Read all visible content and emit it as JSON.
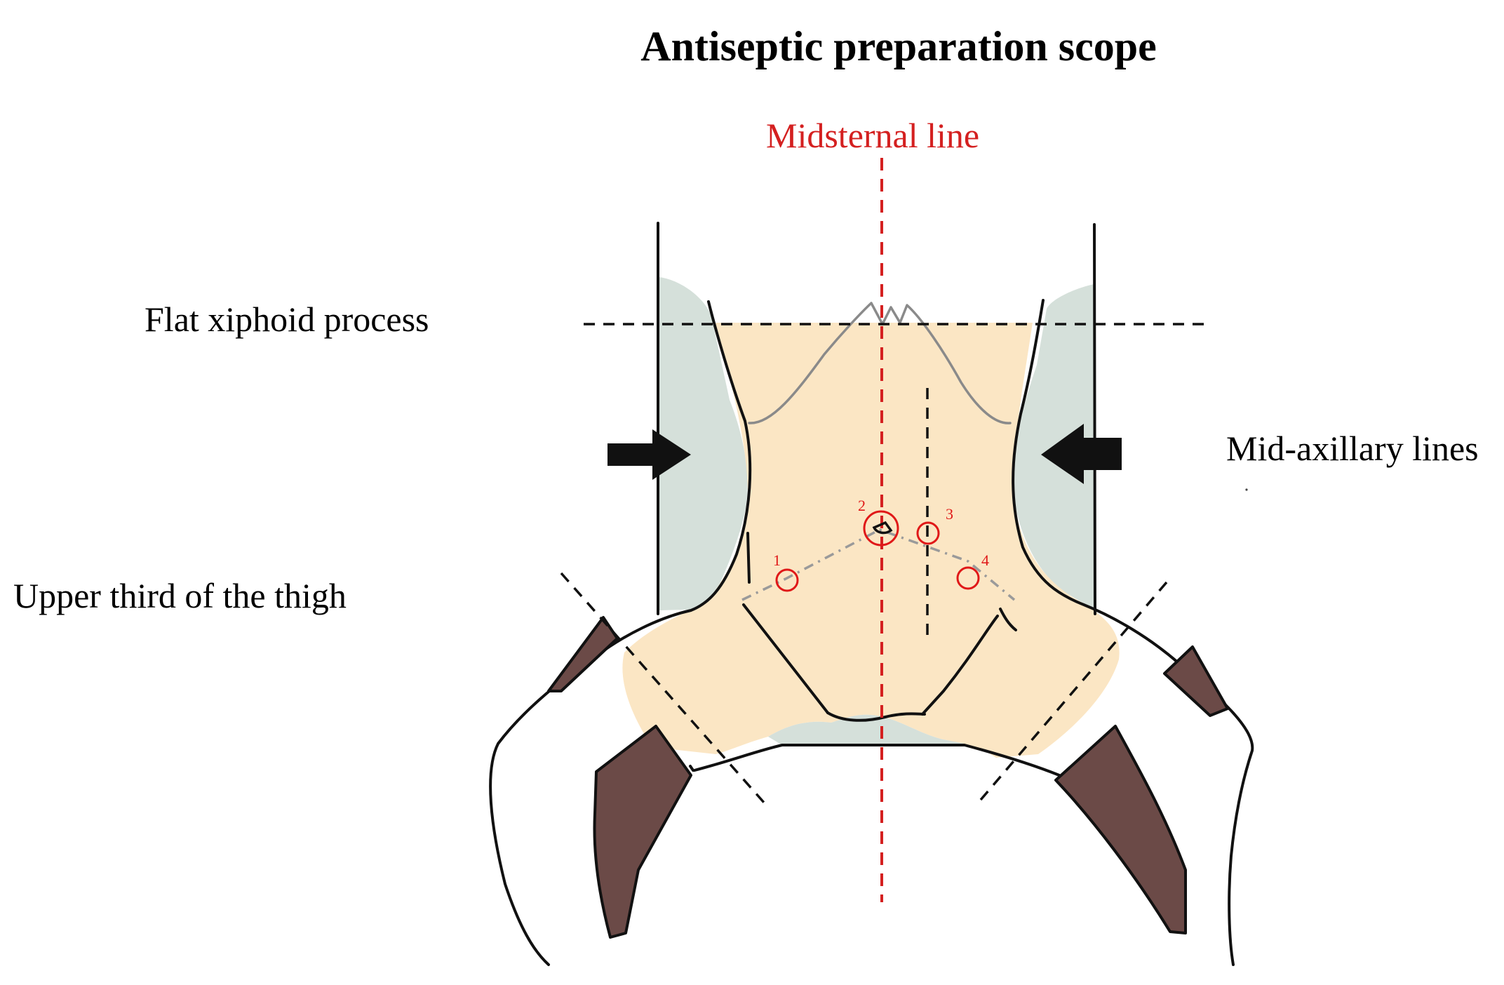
{
  "diagram": {
    "title": "Antiseptic preparation scope",
    "labels": {
      "midsternal_line": "Midsternal line",
      "flat_xiphoid_process": "Flat xiphoid process",
      "mid_axillary_lines": "Mid-axillary lines",
      "upper_third_thigh": "Upper third of the thigh"
    },
    "port_numbers": [
      "1",
      "2",
      "3",
      "4"
    ],
    "colors": {
      "prep_area": "#fbe6c4",
      "flank_shade": "#d5e0da",
      "drape": "#6b4a47",
      "midline": "#d42020",
      "port_marker": "#e01818"
    }
  }
}
